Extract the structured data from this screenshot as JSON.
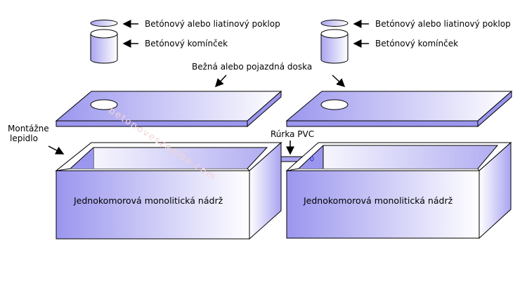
{
  "labels": {
    "cover": "Betónový alebo liatinový poklop",
    "chimney": "Betónový komínček",
    "slab": "Bežná alebo pojazdná doska",
    "adhesive_line1": "Montážne",
    "adhesive_line2": "lepidlo",
    "pipe": "Rúrka PVC",
    "tank": "Jednokomorová monolitická nádrž"
  },
  "watermark": "betonoveszemba.com",
  "colors": {
    "fill": "#9b96ee",
    "light": "#ffffff",
    "stroke": "#000000"
  }
}
